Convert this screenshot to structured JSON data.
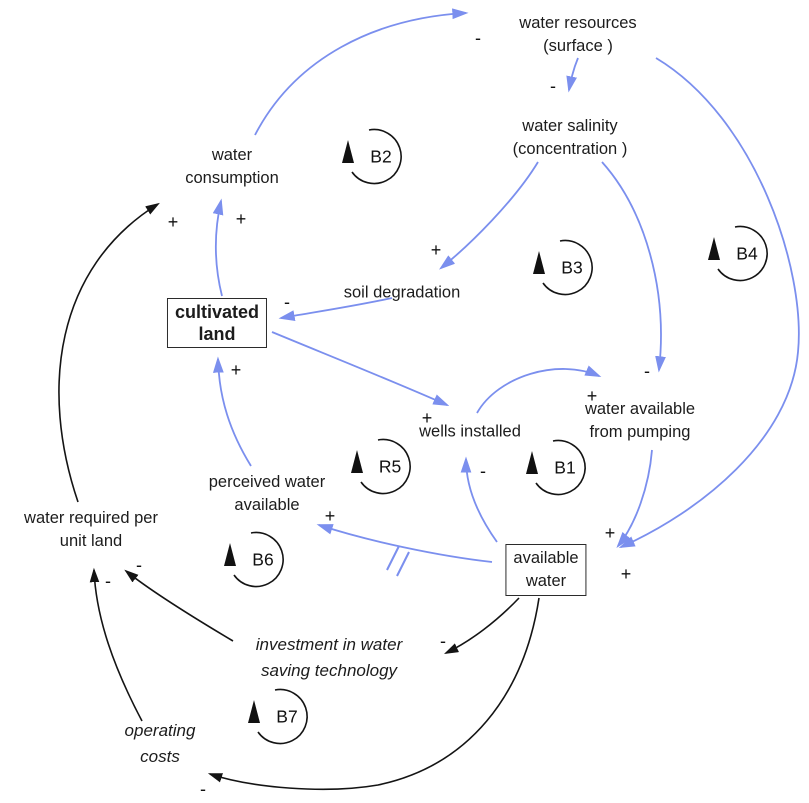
{
  "diagram": {
    "kind": "causal loop diagram (water resources / irrigation system dynamics)",
    "accent_blue": "#7b8fee",
    "line_black": "#141414",
    "background": "#ffffff"
  },
  "nodes": {
    "water_resources": {
      "line1": "water resources",
      "line2": "(surface )"
    },
    "water_salinity": {
      "line1": "water salinity",
      "line2": "(concentration )"
    },
    "water_consumption": {
      "line1": "water",
      "line2": "consumption"
    },
    "soil_degradation": {
      "line1": "soil degradation"
    },
    "cultivated_land": {
      "line1": "cultivated",
      "line2": "land"
    },
    "wells_installed": {
      "line1": "wells installed"
    },
    "water_available_pumping": {
      "line1": "water available",
      "line2": "from pumping"
    },
    "perceived_water": {
      "line1": "perceived water",
      "line2": "available"
    },
    "water_required": {
      "line1": "water required per",
      "line2": "unit land"
    },
    "available_water": {
      "line1": "available",
      "line2": "water"
    },
    "investment": {
      "line1": "investment in water",
      "line2": "saving technology"
    },
    "operating_costs": {
      "line1": "operating",
      "line2": "costs"
    }
  },
  "loops": {
    "b1": {
      "label": "B1"
    },
    "b2": {
      "label": "B2"
    },
    "b3": {
      "label": "B3"
    },
    "b4": {
      "label": "B4"
    },
    "r5": {
      "label": "R5"
    },
    "b6": {
      "label": "B6"
    },
    "b7": {
      "label": "B7"
    }
  },
  "edges": {
    "e1": {
      "from": "water consumption",
      "to": "water resources (surface)",
      "sign": "-",
      "color": "blue"
    },
    "e2": {
      "from": "water resources (surface)",
      "to": "water salinity (concentration)",
      "sign": "-",
      "color": "blue"
    },
    "e3": {
      "from": "water salinity",
      "to": "soil degradation",
      "sign": "+",
      "color": "blue"
    },
    "e4": {
      "from": "water salinity",
      "to": "water available from pumping",
      "sign": "-",
      "color": "blue"
    },
    "e5": {
      "from": "soil degradation",
      "to": "cultivated land",
      "sign": "-",
      "color": "blue"
    },
    "e6": {
      "from": "cultivated land",
      "to": "water consumption",
      "sign": "+",
      "color": "blue"
    },
    "e7": {
      "from": "cultivated land",
      "to": "wells installed",
      "sign": "+",
      "color": "blue"
    },
    "e8": {
      "from": "wells installed",
      "to": "water available from pumping",
      "sign": "+",
      "color": "blue"
    },
    "e9": {
      "from": "water available from pumping",
      "to": "available water",
      "sign": "+",
      "color": "blue"
    },
    "e10": {
      "from": "water resources (surface)",
      "to": "available water",
      "sign": "+",
      "color": "blue"
    },
    "e11": {
      "from": "available water",
      "to": "wells installed",
      "sign": "-",
      "color": "blue"
    },
    "e12": {
      "from": "available water",
      "to": "perceived water available",
      "sign": "+",
      "color": "blue",
      "delay": true
    },
    "e13": {
      "from": "perceived water available",
      "to": "cultivated land",
      "sign": "+",
      "color": "blue"
    },
    "e14": {
      "from": "water required per unit land",
      "to": "water consumption",
      "sign": "+",
      "color": "black"
    },
    "e15": {
      "from": "investment in water saving technology",
      "to": "water required per unit land",
      "sign": "-",
      "color": "black"
    },
    "e16": {
      "from": "operating costs",
      "to": "water required per unit land",
      "sign": "-",
      "color": "black"
    },
    "e17": {
      "from": "available water",
      "to": "investment in water saving technology",
      "sign": "-",
      "color": "black"
    },
    "e18": {
      "from": "available water",
      "to": "operating costs",
      "sign": "-",
      "color": "black"
    }
  }
}
